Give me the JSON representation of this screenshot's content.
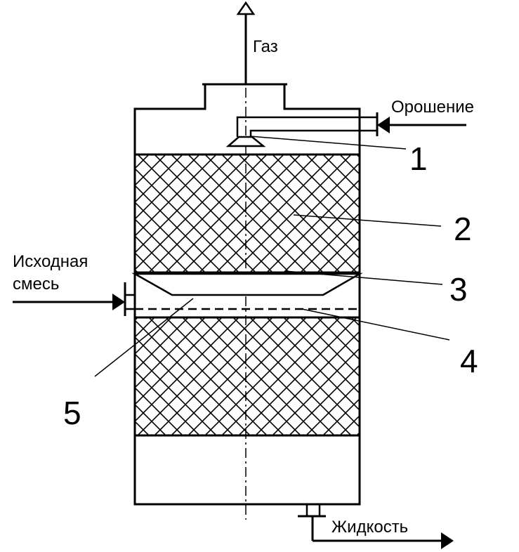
{
  "labels": {
    "gas": "Газ",
    "irrigation": "Орошение",
    "feed_line1": "Исходная",
    "feed_line2": "смесь",
    "liquid": "Жидкость"
  },
  "numbers": {
    "n1": "1",
    "n2": "2",
    "n3": "3",
    "n4": "4",
    "n5": "5"
  },
  "colors": {
    "stroke": "#000000",
    "background": "#ffffff"
  }
}
